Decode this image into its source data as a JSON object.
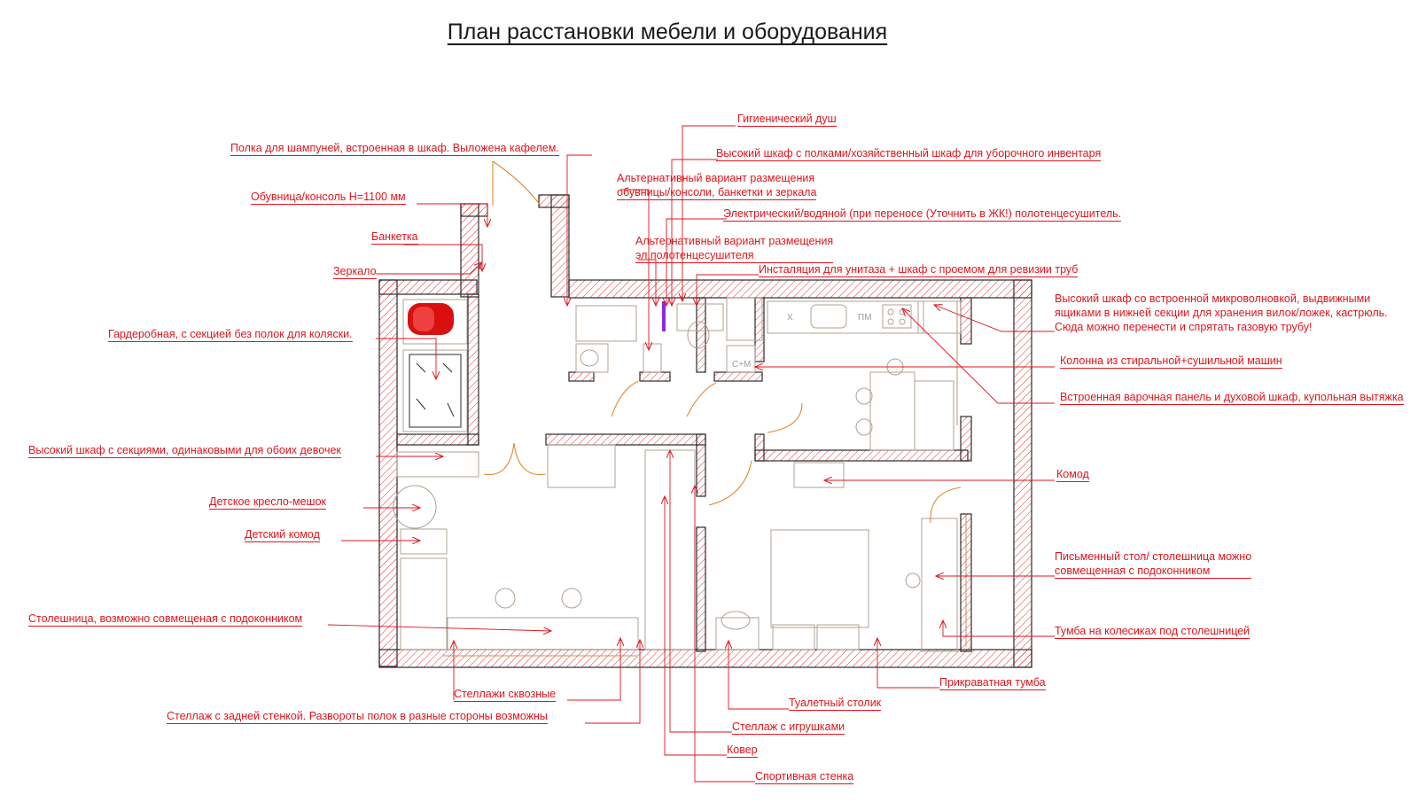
{
  "title": "План расстановки мебели и оборудования",
  "colors": {
    "annotation": "#e0151c",
    "wall": "#2a2a2a",
    "hatch": "#e0151c",
    "door": "#e08a2e",
    "furniture": "#b0a090",
    "stroller": "#d81010"
  },
  "fixture_marks": {
    "x": "Х",
    "pm": "ПМ",
    "sm": "С+М"
  },
  "labels": {
    "hygienic_shower": "Гигиенический душ",
    "shampoo_shelf": "Полка для шампуней, встроенная в шкаф. Выложена кафелем.",
    "tall_cabinet_cleaning": "Высокий шкаф с полками/хозяйственный шкаф для уборочного инвентаря",
    "alt_shoe_cabinet": "Альтернативный вариант размещения\nобувницы/консоли, банкетки и зеркала",
    "shoe_cabinet": "Обувница/консоль H=1100 мм",
    "towel_dryer": "Электрический/водяной (при переносе (Уточнить в ЖК!) полотенцесушитель.",
    "bench": "Банкетка",
    "alt_towel_dryer": "Альтернативный вариант размещения\nэл.полотенцесушителя",
    "mirror": "Зеркало",
    "toilet_installation": "Инсталяция для унитаза + шкаф с проемом для ревизии труб",
    "microwave_cabinet": "Высокий шкаф со встроенной микроволновкой, выдвижными\nящиками в нижней секции для хранения вилок/ложек, кастрюль.\nСюда можно перенести и спрятать газовую трубу!",
    "wardrobe": "Гардеробная, с секцией без полок для коляски.",
    "washer_column": "Колонна из стиральной+сушильной машин",
    "hob_oven": "Встроенная варочная панель и духовой шкаф, купольная вытяжка",
    "girls_cabinet": "Высокий шкаф с секциями, одинаковыми для обоих девочек",
    "dresser": "Комод",
    "beanbag": "Детское кресло-мешок",
    "kids_dresser": "Детский комод",
    "desk": "Письменный стол/ столешница можно\nсовмещенная с подоконником",
    "countertop": "Столешница, возможно совмещеная с подоконником",
    "mobile_pedestal": "Тумба на колесиках под столешницей",
    "bedside": "Прикраватная тумба",
    "shelves_through": "Стеллажи сквозные",
    "dressing_table": "Туалетный столик",
    "shelf_backwall": "Стеллаж с задней стенкой. Развороты полок в разные стороны возможны",
    "toy_shelf": "Стеллаж с игрушками",
    "carpet": "Ковер",
    "sports_wall": "Спортивная стенка"
  }
}
